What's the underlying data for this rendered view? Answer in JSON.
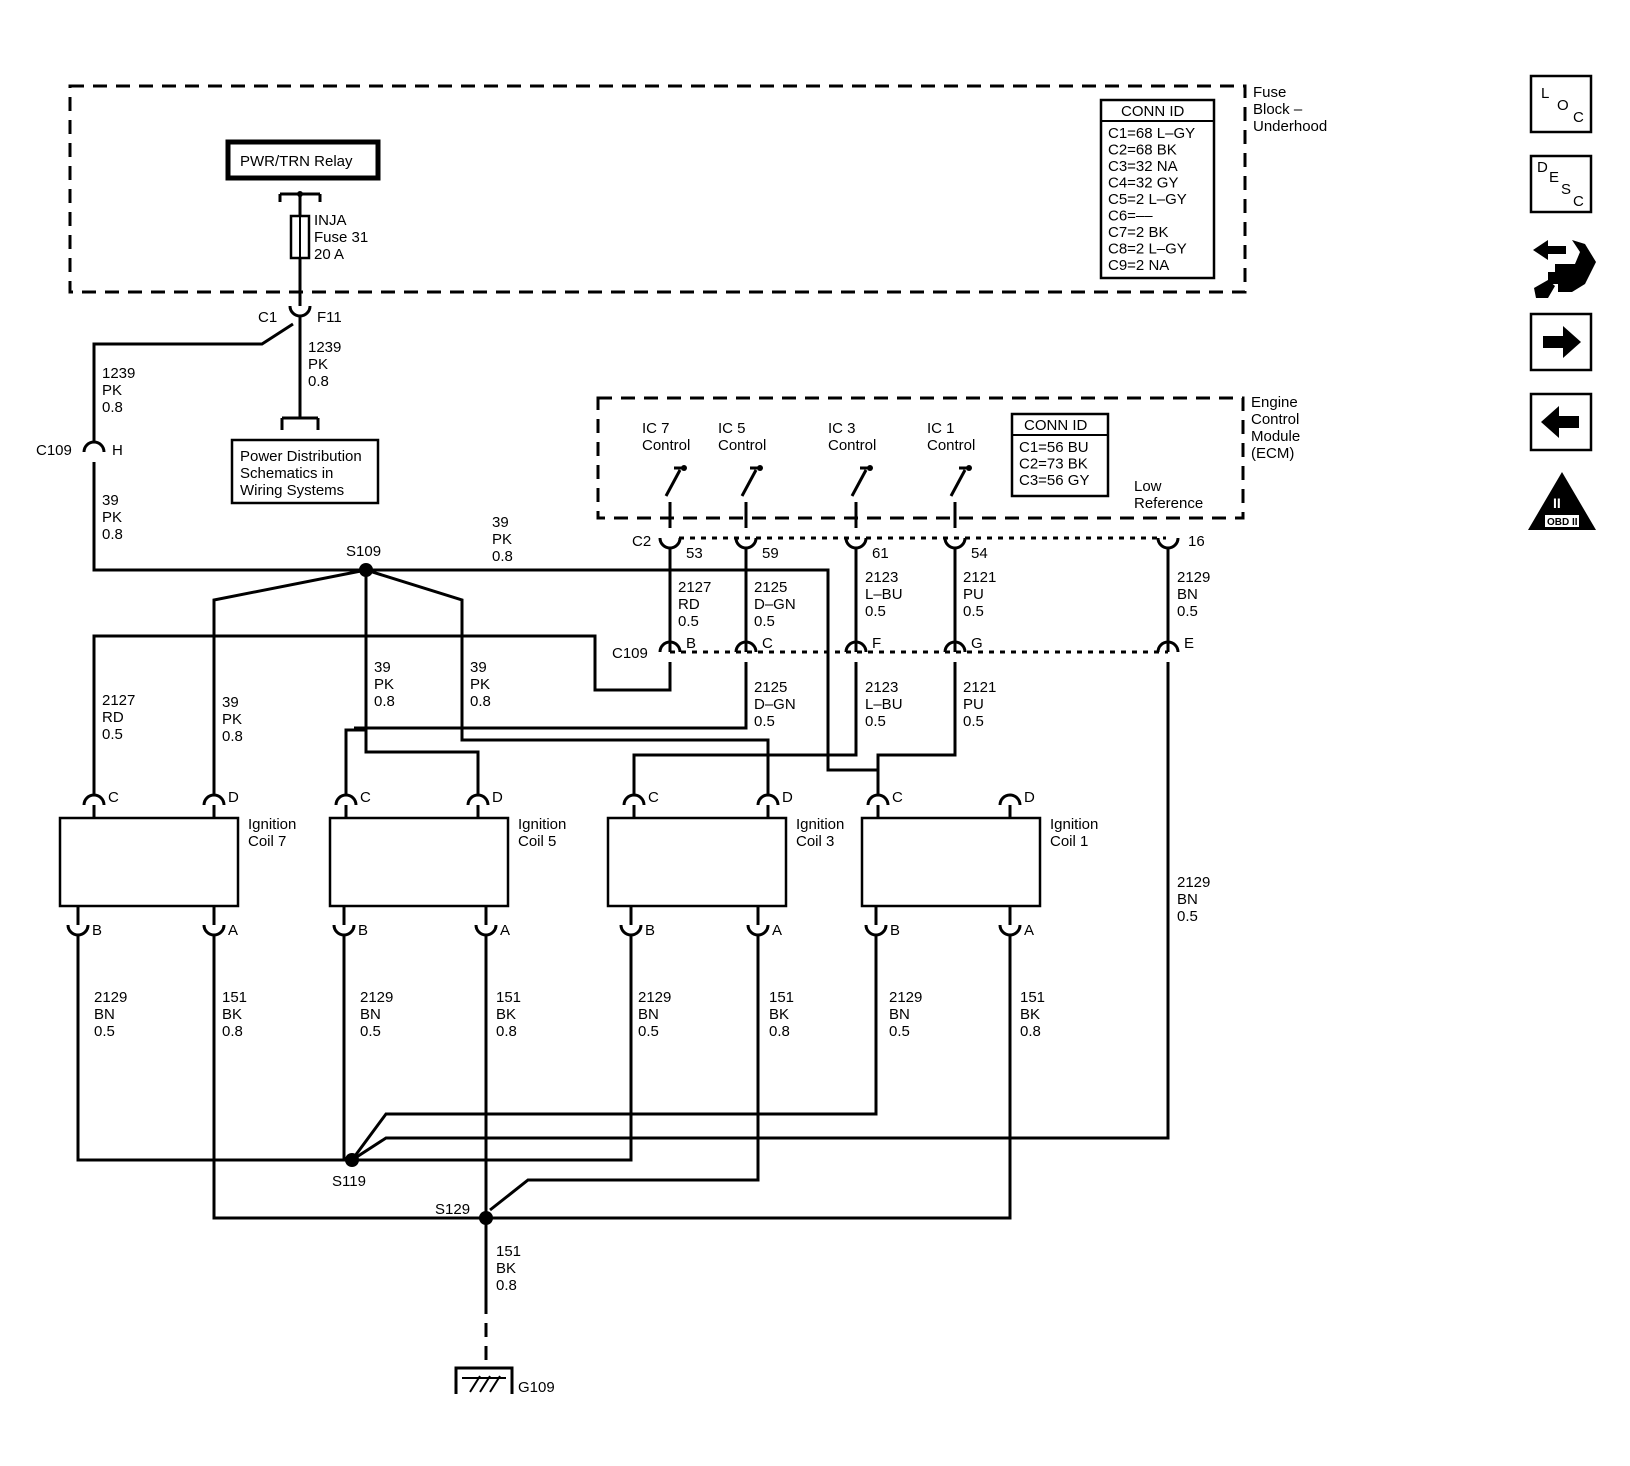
{
  "fuse_block": {
    "label_lines": [
      "Fuse",
      "Block –",
      "Underhood"
    ],
    "conn_id": {
      "header": "CONN ID",
      "rows": [
        "C1=68 L–GY",
        "C2=68 BK",
        "C3=32 NA",
        "C4=32 GY",
        "C5=2 L–GY",
        "C6=––",
        "C7=2 BK",
        "C8=2 L–GY",
        "C9=2 NA"
      ]
    },
    "relay_label": "PWR/TRN Relay",
    "fuse_lines": [
      "INJA",
      "Fuse 31",
      "20 A"
    ],
    "connector": "C1",
    "pin": "F11"
  },
  "ecm": {
    "label_lines": [
      "Engine",
      "Control",
      "Module",
      "(ECM)"
    ],
    "conn_id": {
      "header": "CONN ID",
      "rows": [
        "C1=56 BU",
        "C2=73 BK",
        "C3=56 GY"
      ]
    },
    "controls": [
      {
        "lines": [
          "IC 7",
          "Control"
        ],
        "pin": "53"
      },
      {
        "lines": [
          "IC 5",
          "Control"
        ],
        "pin": "59"
      },
      {
        "lines": [
          "IC 3",
          "Control"
        ],
        "pin": "61"
      },
      {
        "lines": [
          "IC 1",
          "Control"
        ],
        "pin": "54"
      }
    ],
    "low_ref_lines": [
      "Low",
      "Reference"
    ],
    "low_ref_pin": "16",
    "connector": "C2"
  },
  "power_dist_lines": [
    "Power Distribution",
    "Schematics in",
    "Wiring  Systems"
  ],
  "wire_labels": {
    "w1239_right": [
      "1239",
      "PK",
      "0.8"
    ],
    "w1239_left": [
      "1239",
      "PK",
      "0.8"
    ],
    "w39_left": [
      "39",
      "PK",
      "0.8"
    ],
    "w39_top": [
      "39",
      "PK",
      "0.8"
    ],
    "w2127_ecm": [
      "2127",
      "RD",
      "0.5"
    ],
    "w2125_ecm": [
      "2125",
      "D–GN",
      "0.5"
    ],
    "w2123_ecm": [
      "2123",
      "L–BU",
      "0.5"
    ],
    "w2121_ecm": [
      "2121",
      "PU",
      "0.5"
    ],
    "w2129_ecm": [
      "2129",
      "BN",
      "0.5"
    ],
    "w2127_coil7": [
      "2127",
      "RD",
      "0.5"
    ],
    "w39_coil7": [
      "39",
      "PK",
      "0.8"
    ],
    "w39_c5": [
      "39",
      "PK",
      "0.8"
    ],
    "w39_c5b": [
      "39",
      "PK",
      "0.8"
    ],
    "w2125_low": [
      "2125",
      "D–GN",
      "0.5"
    ],
    "w2123_low": [
      "2123",
      "L–BU",
      "0.5"
    ],
    "w2121_low": [
      "2121",
      "PU",
      "0.5"
    ],
    "w2129_right": [
      "2129",
      "BN",
      "0.5"
    ],
    "w2129_c7": [
      "2129",
      "BN",
      "0.5"
    ],
    "w151_c7": [
      "151",
      "BK",
      "0.8"
    ],
    "w2129_c5": [
      "2129",
      "BN",
      "0.5"
    ],
    "w151_c5": [
      "151",
      "BK",
      "0.8"
    ],
    "w2129_c3": [
      "2129",
      "BN",
      "0.5"
    ],
    "w151_c3": [
      "151",
      "BK",
      "0.8"
    ],
    "w2129_c1": [
      "2129",
      "BN",
      "0.5"
    ],
    "w151_c1": [
      "151",
      "BK",
      "0.8"
    ],
    "w151_ground": [
      "151",
      "BK",
      "0.8"
    ]
  },
  "connectors": {
    "c109_top": "C109",
    "c109_top_pin": "H",
    "c109_mid": "C109",
    "c109_pins": [
      "B",
      "C",
      "F",
      "G",
      "E"
    ]
  },
  "splices": {
    "s109": "S109",
    "s119": "S119",
    "s129": "S129"
  },
  "ground": "G109",
  "coils": [
    {
      "lines": [
        "Ignition",
        "Coil 7"
      ],
      "pins": [
        "C",
        "D",
        "B",
        "A"
      ]
    },
    {
      "lines": [
        "Ignition",
        "Coil 5"
      ],
      "pins": [
        "C",
        "D",
        "B",
        "A"
      ]
    },
    {
      "lines": [
        "Ignition",
        "Coil 3"
      ],
      "pins": [
        "C",
        "D",
        "B",
        "A"
      ]
    },
    {
      "lines": [
        "Ignition",
        "Coil 1"
      ],
      "pins": [
        "C",
        "D",
        "B",
        "A"
      ]
    }
  ],
  "nav": {
    "loc": [
      "L",
      "O",
      "C"
    ],
    "desc": [
      "D",
      "E",
      "S",
      "C"
    ],
    "obd_numeral": "II",
    "obd_text": "OBD II"
  }
}
